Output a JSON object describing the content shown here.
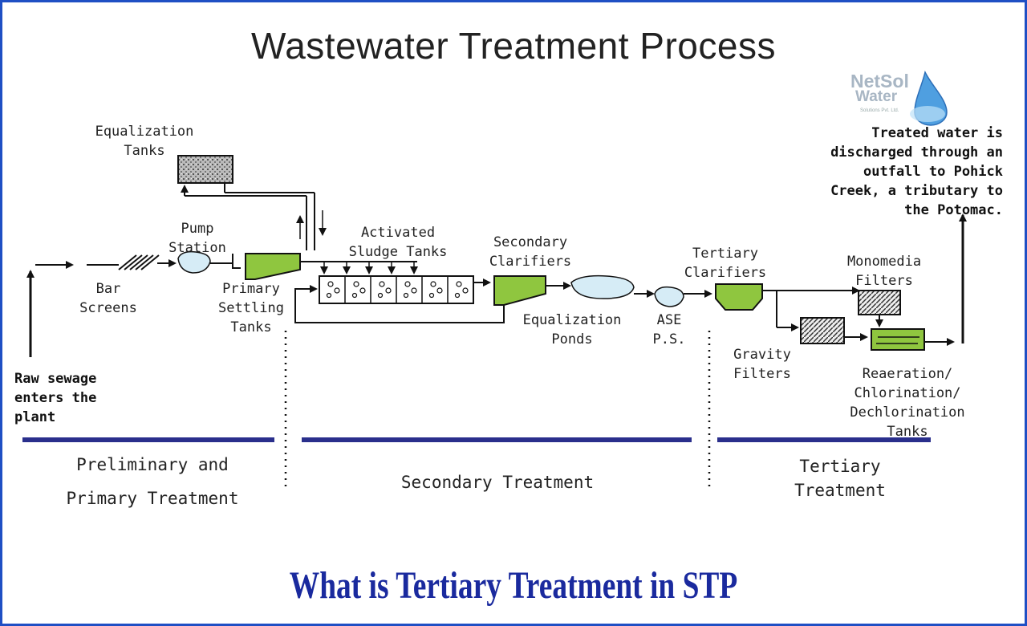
{
  "title": "Wastewater Treatment Process",
  "caption": "What is Tertiary Treatment in STP",
  "logo": {
    "line1": "NetSol",
    "line2": "Water",
    "tagline": "Solutions Pvt. Ltd."
  },
  "labels": {
    "equalization_tanks": "Equalization\nTanks",
    "pump_station": "Pump\nStation",
    "bar_screens": "Bar\nScreens",
    "primary_settling_tanks": "Primary\nSettling\nTanks",
    "activated_sludge_tanks": "Activated\nSludge Tanks",
    "secondary_clarifiers": "Secondary\nClarifiers",
    "equalization_ponds": "Equalization\nPonds",
    "ase_ps": "ASE\nP.S.",
    "tertiary_clarifiers": "Tertiary\nClarifiers",
    "monomedia_filters": "Monomedia\nFilters",
    "gravity_filters": "Gravity\nFilters",
    "reaeration_tanks": "Reaeration/\nChlorination/\nDechlorination\nTanks",
    "raw_sewage": "Raw sewage\nenters the\nplant",
    "treated_water": "Treated water is\ndischarged through an\noutfall to Pohick\nCreek, a tributary to\nthe Potomac."
  },
  "sections": {
    "preliminary": "Preliminary and\nPrimary Treatment",
    "secondary": "Secondary Treatment",
    "tertiary": "Tertiary\nTreatment"
  },
  "colors": {
    "frame": "#1f4fc4",
    "tank_green": "#8fc63f",
    "section_bar": "#2a2f8c",
    "pond_fill": "#d6ecf6",
    "caption": "#1a2a9e"
  }
}
